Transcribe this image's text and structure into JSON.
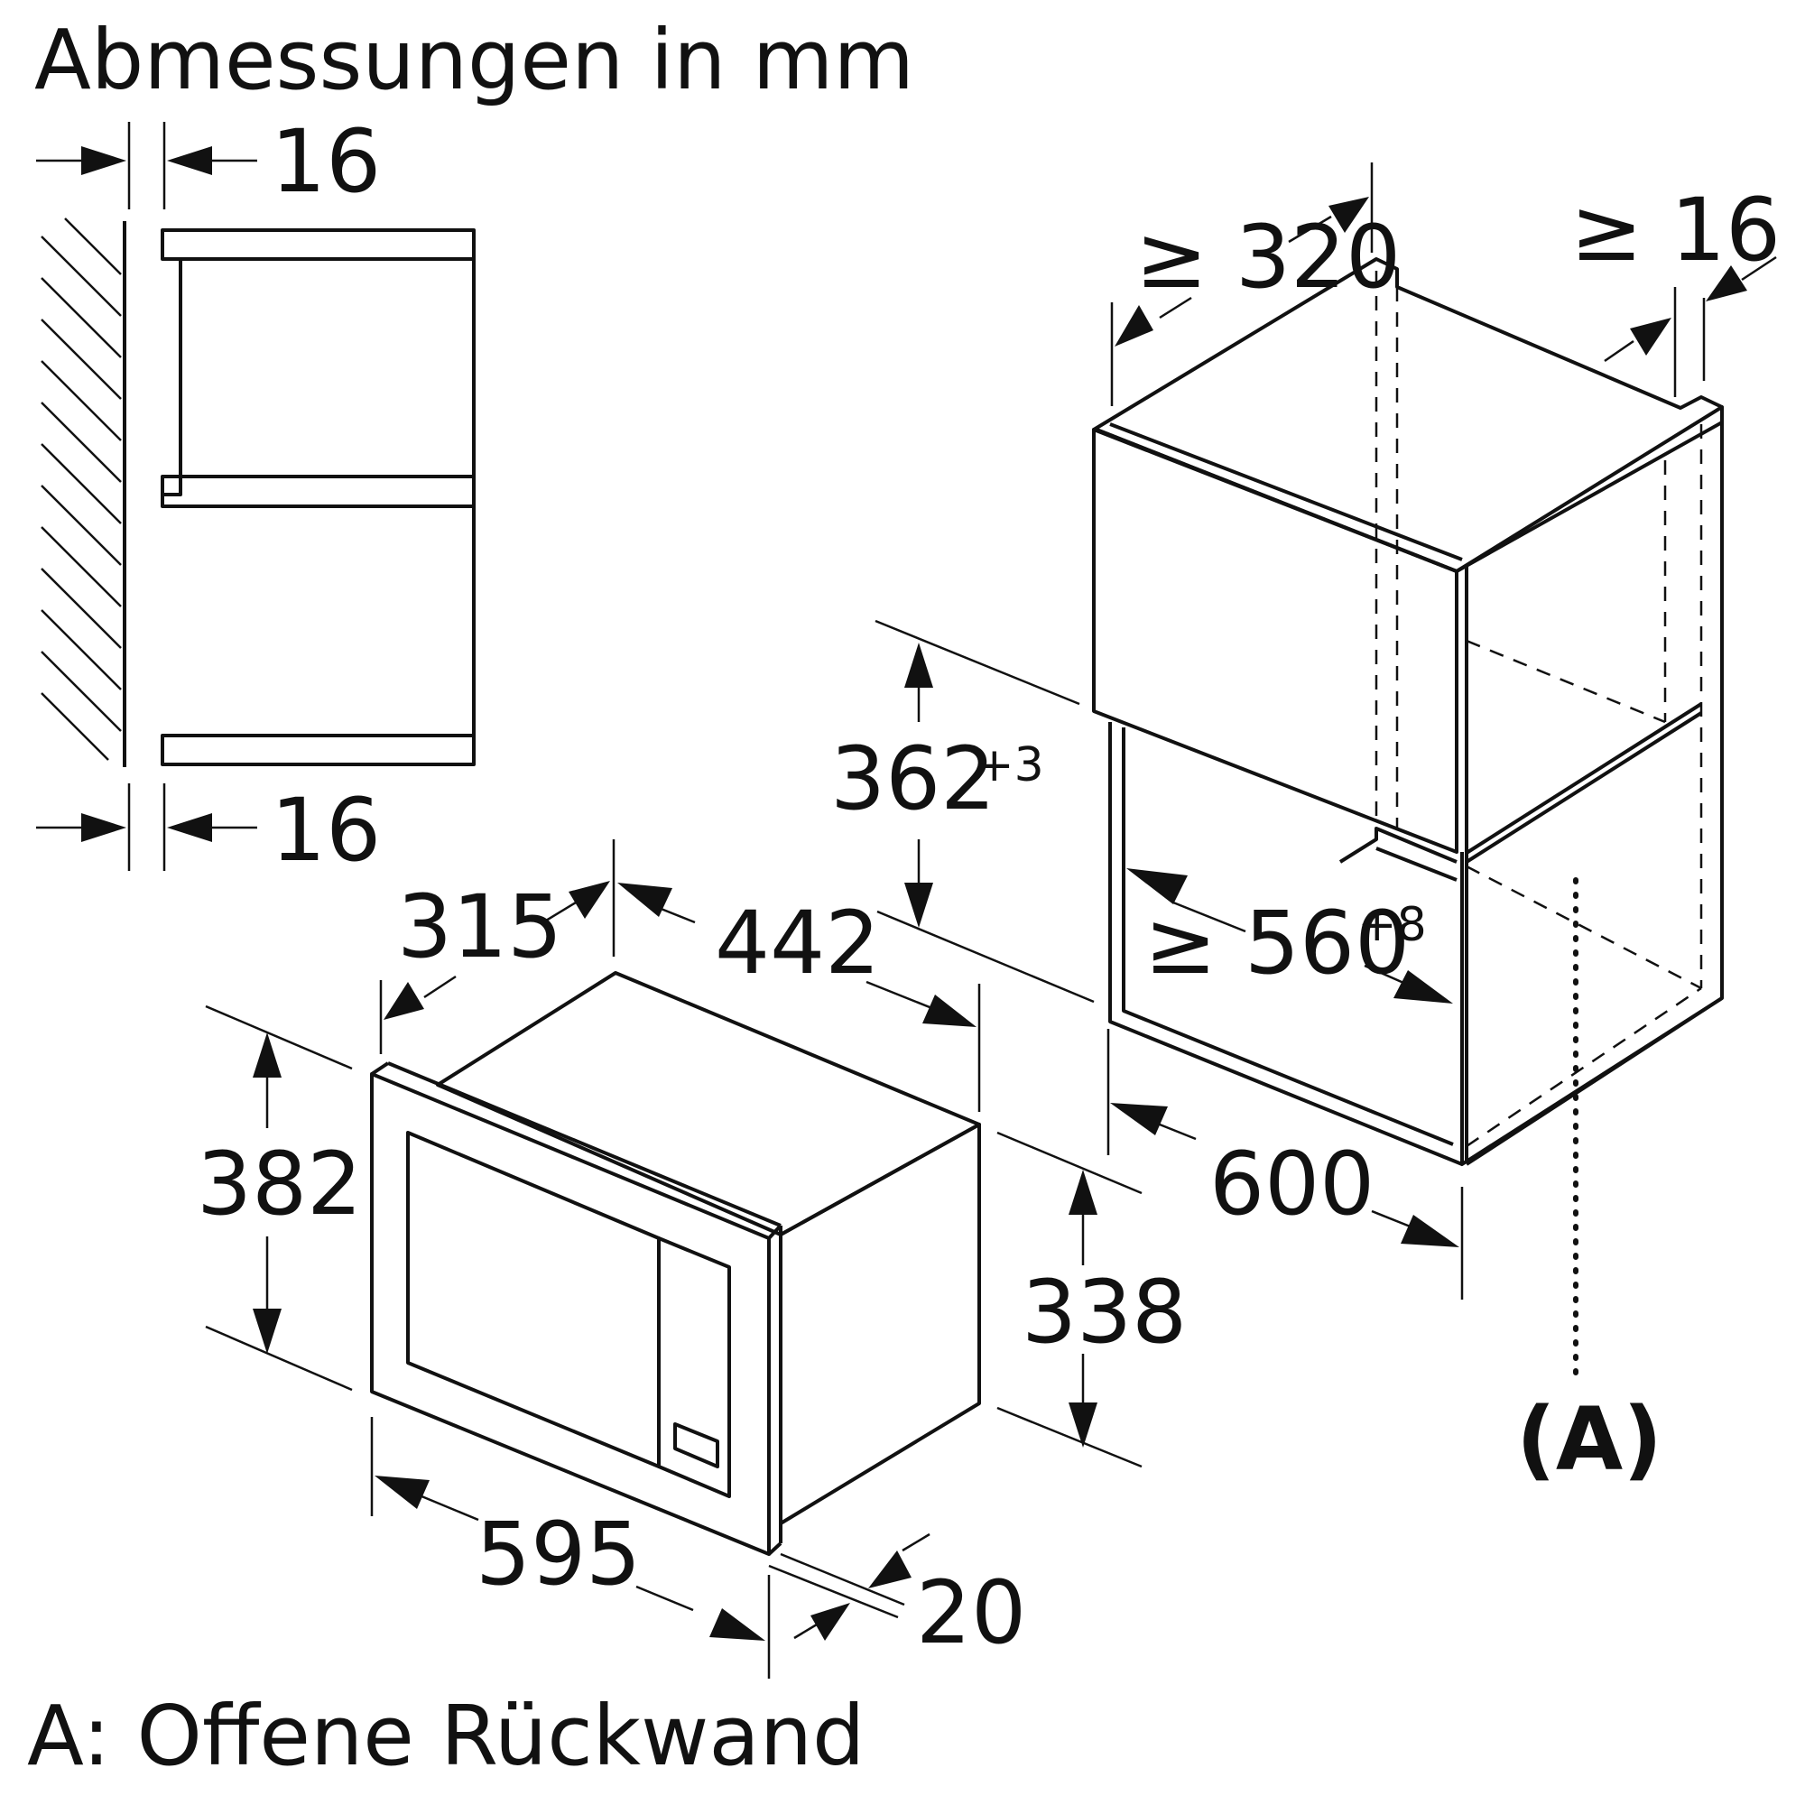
{
  "title": "Abmessungen in mm",
  "footnote": "A: Offene Rückwand",
  "side_view": {
    "top_gap": "16",
    "bottom_gap": "16"
  },
  "niche": {
    "depth": "≥ 320",
    "rear_gap": "≥ 16",
    "height_value": "362",
    "height_tolerance": "+3",
    "width_value": "≥ 560",
    "width_tolerance": "+8",
    "outer_width": "600",
    "rear_marker": "(A)"
  },
  "appliance": {
    "depth": "315",
    "body_width": "442",
    "total_height": "382",
    "body_height": "338",
    "front_width": "595",
    "front_thickness": "20"
  }
}
